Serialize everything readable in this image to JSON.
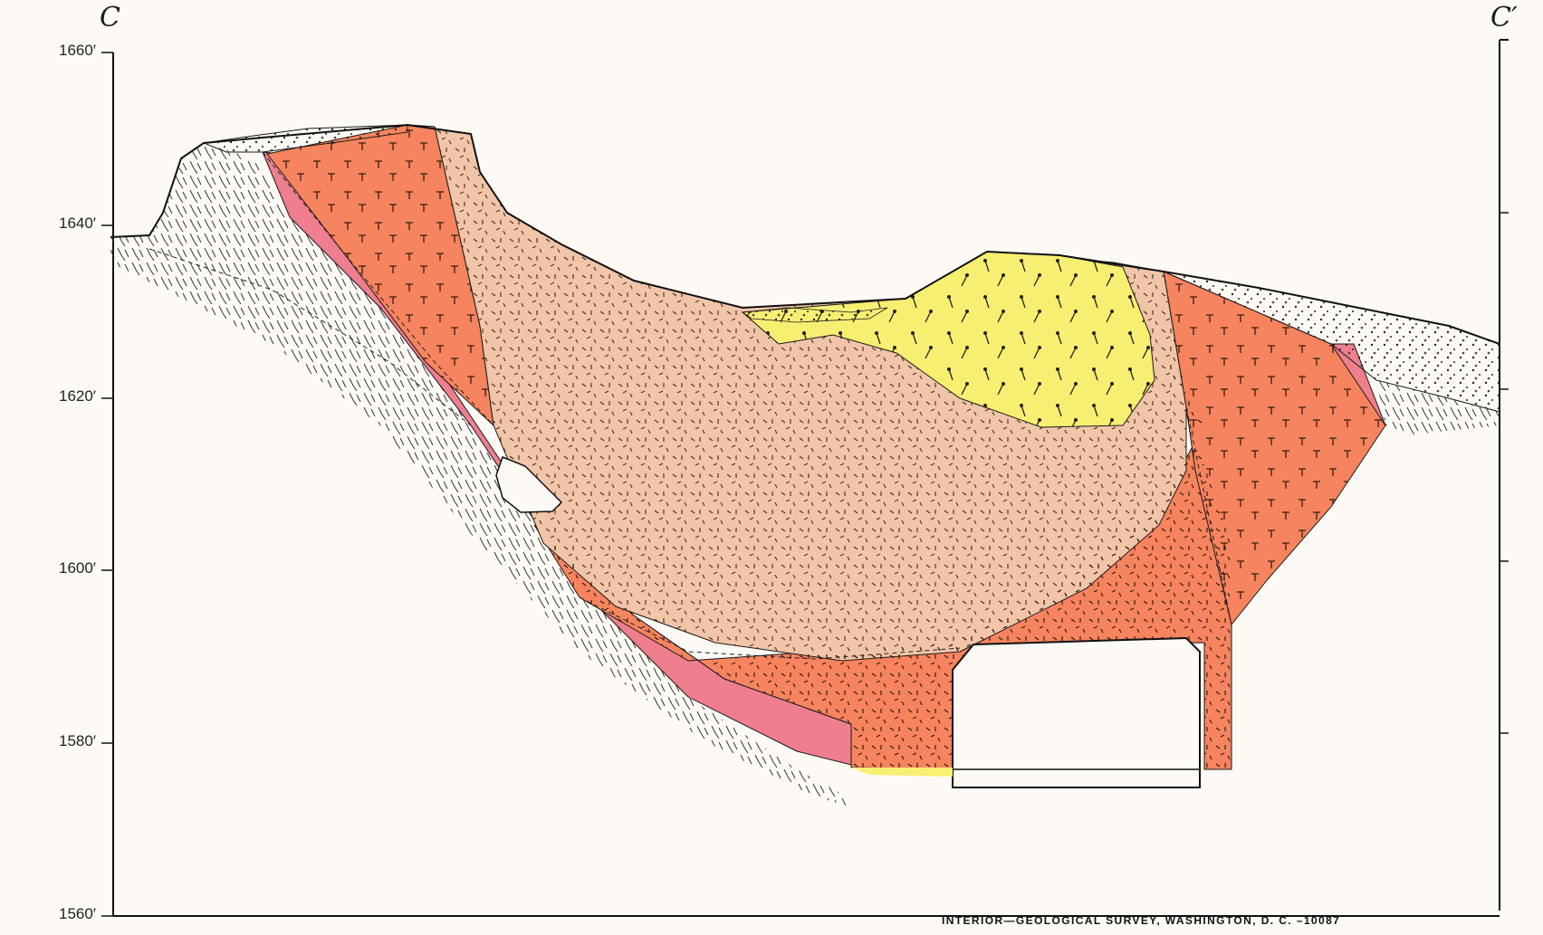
{
  "section": {
    "left_label": "C",
    "right_label": "C′"
  },
  "elevation_labels": [
    "1660′",
    "1640′",
    "1620′",
    "1600′",
    "1580′",
    "1560′"
  ],
  "credit": "INTERIOR—GEOLOGICAL SURVEY, WASHINGTON, D. C. –10087",
  "colors": {
    "paper": "#fdfaf5",
    "orange_unit": "#f6845e",
    "pink_unit": "#ef7f8e",
    "tan_unit": "#f1c5a8",
    "yellow_unit": "#f7ef72",
    "ink": "#1a1a1a"
  }
}
